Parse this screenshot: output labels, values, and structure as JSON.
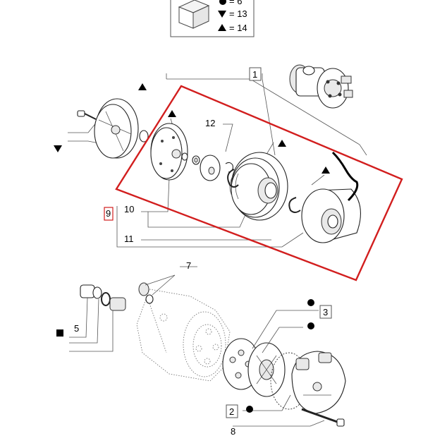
{
  "legend": {
    "row1_value": "= 6",
    "row2_value": "= 13",
    "row3_value": "= 14"
  },
  "callouts": {
    "c1": "1",
    "c2": "2",
    "c3": "3",
    "c5": "5",
    "c7": "7",
    "c8": "8",
    "c9": "9",
    "c10": "10",
    "c11": "11",
    "c12": "12"
  },
  "colors": {
    "highlight": "#d21e1e",
    "line": "#555555"
  },
  "icons": [
    "triangle-up-icon",
    "triangle-down-icon",
    "circle-marker-icon",
    "square-marker-icon",
    "cube-icon"
  ]
}
